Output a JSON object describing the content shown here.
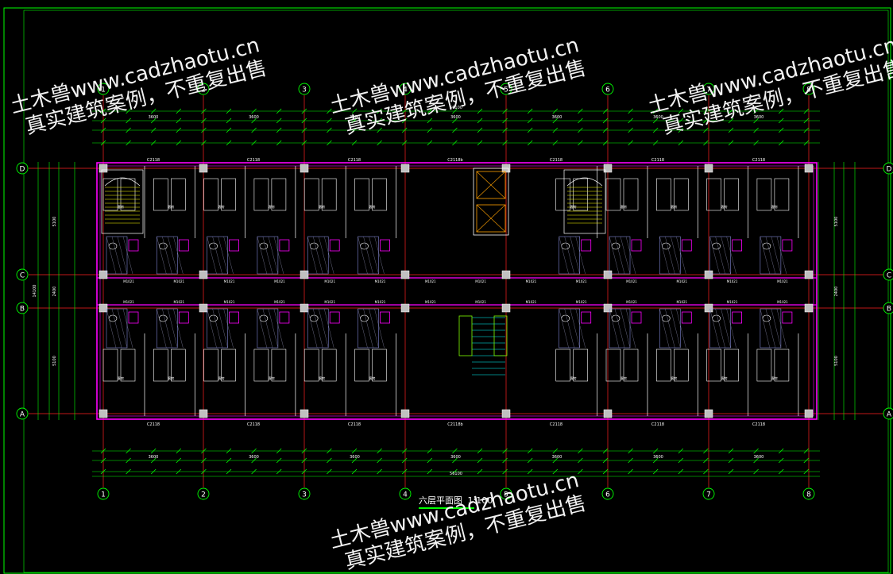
{
  "drawing": {
    "title": "六层平面图",
    "scale": "1:100"
  },
  "axes": {
    "horizontal": [
      "1",
      "2",
      "3",
      "4",
      "5",
      "6",
      "7",
      "8"
    ],
    "vertical": [
      "D",
      "C",
      "B",
      "A"
    ]
  },
  "dimensions": {
    "top_total": "56100",
    "bottom_total": "56100",
    "bay": "3600",
    "left_depths": [
      "5100",
      "2400",
      "5100"
    ],
    "left_total": "14100"
  },
  "windows": [
    "C2118",
    "C2118",
    "C2118",
    "C2118b",
    "C2118",
    "C2118",
    "C2118"
  ],
  "room_label": "客房",
  "watermark": {
    "line1": "土木兽www.cadzhaotu.cn",
    "line2": "真实建筑案例，不重复出售"
  },
  "colors": {
    "background": "#000000",
    "axis": "#ff2020",
    "wall": "#ff00ff",
    "dim": "#00ff00",
    "line": "#ffffff",
    "stair": "#ffff00",
    "cyan": "#00ffff"
  }
}
